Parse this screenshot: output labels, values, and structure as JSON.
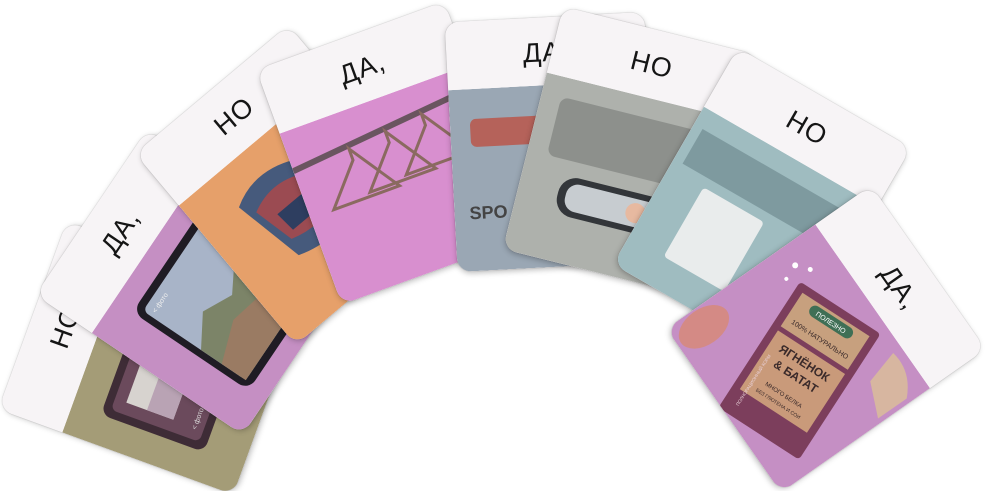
{
  "cards": [
    {
      "id": "card-1",
      "word": "НО",
      "art_color": "#a8a17c",
      "screen_label": "< фото"
    },
    {
      "id": "card-2",
      "word": "ДА,",
      "art_color": "#c58fc3",
      "screen_label": "< фото"
    },
    {
      "id": "card-3",
      "word": "НО",
      "art_color": "#e6a06a"
    },
    {
      "id": "card-4",
      "word": "ДА,",
      "art_color": "#d88fcf"
    },
    {
      "id": "card-5",
      "word": "ДА,",
      "art_color": "#9aa7b4",
      "sign_text": "SPO"
    },
    {
      "id": "card-6",
      "word": "НО",
      "art_color": "#aeb1ac"
    },
    {
      "id": "card-7",
      "word": "НО",
      "art_color": "#9fbcc0"
    },
    {
      "id": "card-8",
      "word": "ДА,",
      "art_color": "#c58fc4",
      "package": {
        "brand": "ПОЛЕЗНО",
        "line1": "100% НАТУРАЛЬНО",
        "line2": "ЯГНЁНОК",
        "line3": "& БАТАТ",
        "line4": "МНОГО БЕЛКА",
        "line5": "БЕЗ ГЛЮТЕНА И СОИ",
        "side_text": "ПОЛНОРАЦИОННЫЙ КОРМ"
      }
    }
  ]
}
